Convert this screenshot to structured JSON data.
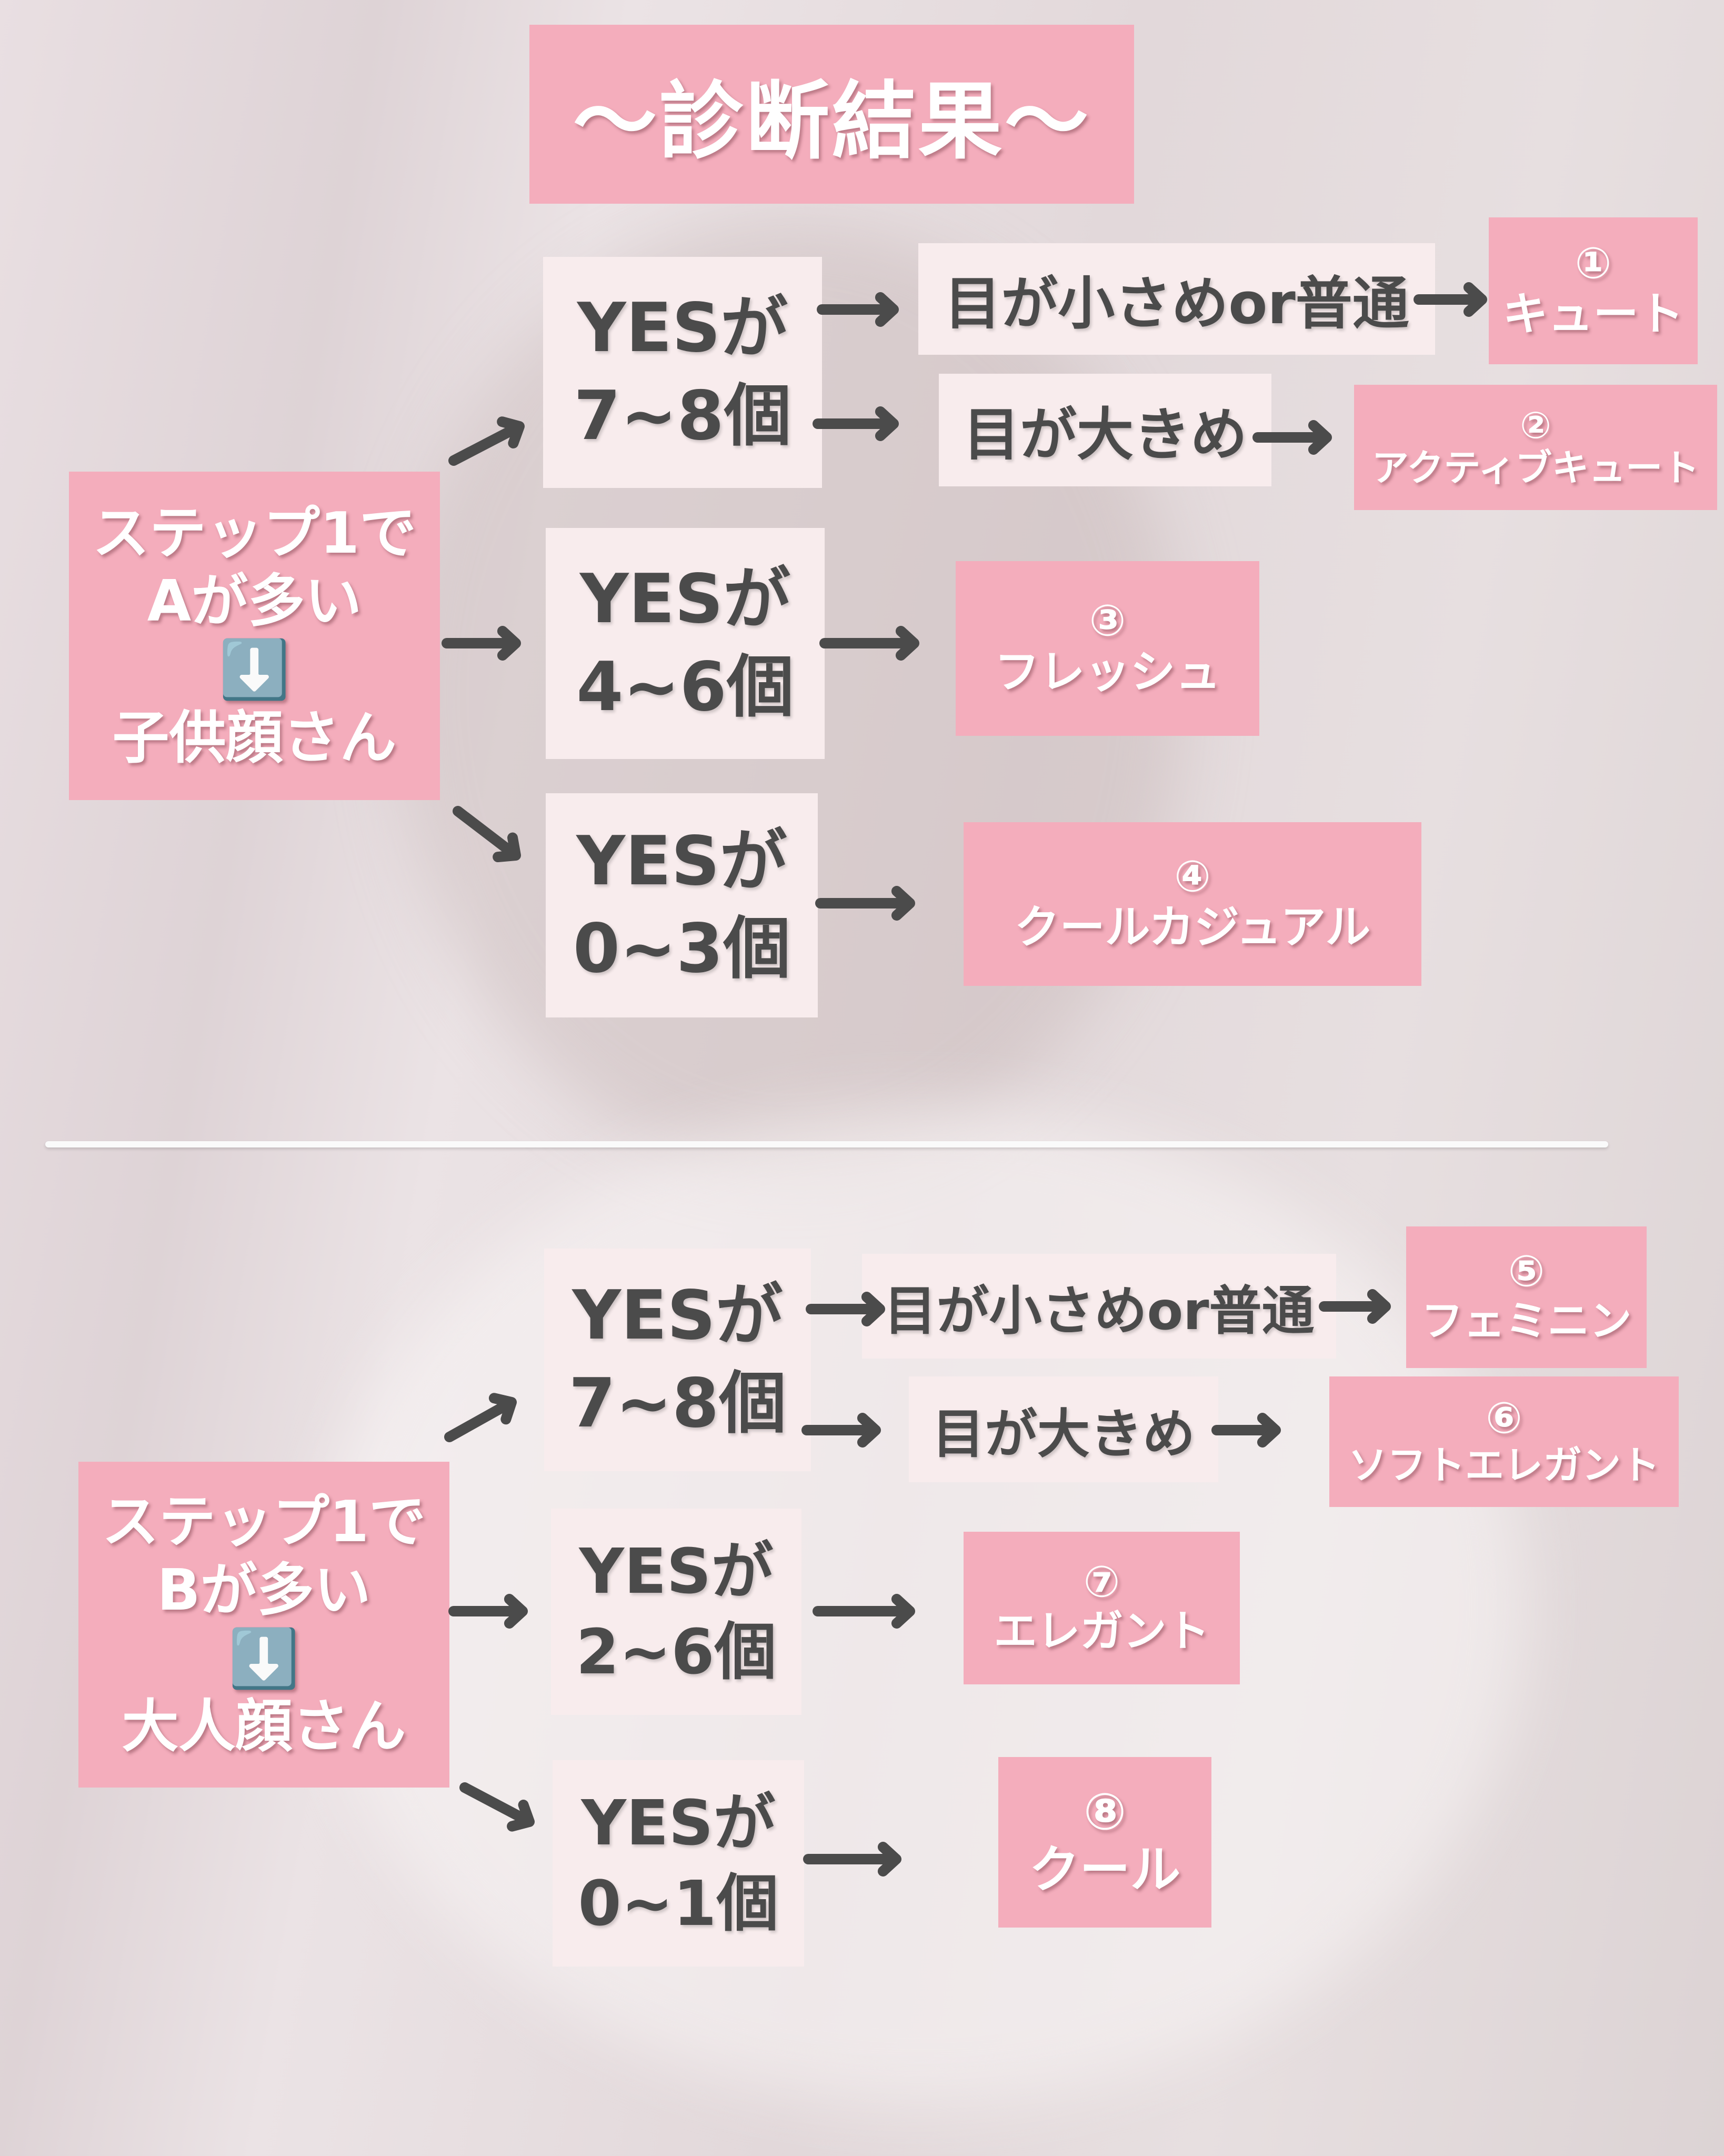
{
  "title": "〜診断結果〜",
  "divider_icon": "down-arrow-emoji",
  "sections": [
    {
      "step_lines": [
        "ステップ1で",
        "Aが多い",
        "⬇️",
        "子供顔さん"
      ],
      "branches": [
        {
          "yes_line1": "YESが",
          "yes_line2": "7~8個"
        },
        {
          "yes_line1": "YESが",
          "yes_line2": "4~6個"
        },
        {
          "yes_line1": "YESが",
          "yes_line2": "0~3個"
        }
      ],
      "conditions": [
        "目が小さめor普通",
        "目が大きめ"
      ],
      "results": [
        {
          "num": "①",
          "label": "キュート"
        },
        {
          "num": "②",
          "label": "アクティブキュート"
        },
        {
          "num": "③",
          "label": "フレッシュ"
        },
        {
          "num": "④",
          "label": "クールカジュアル"
        }
      ]
    },
    {
      "step_lines": [
        "ステップ1で",
        "Bが多い",
        "⬇️",
        "大人顔さん"
      ],
      "branches": [
        {
          "yes_line1": "YESが",
          "yes_line2": "7~8個"
        },
        {
          "yes_line1": "YESが",
          "yes_line2": "2~6個"
        },
        {
          "yes_line1": "YESが",
          "yes_line2": "0~1個"
        }
      ],
      "conditions": [
        "目が小さめor普通",
        "目が大きめ"
      ],
      "results": [
        {
          "num": "⑤",
          "label": "フェミニン"
        },
        {
          "num": "⑥",
          "label": "ソフトエレガント"
        },
        {
          "num": "⑦",
          "label": "エレガント"
        },
        {
          "num": "⑧",
          "label": "クール"
        }
      ]
    }
  ],
  "colors": {
    "pink": "#f4adbc",
    "light_box": "#f8eced",
    "text": "#4b4b4b",
    "arrow": "#4b4b4b"
  }
}
